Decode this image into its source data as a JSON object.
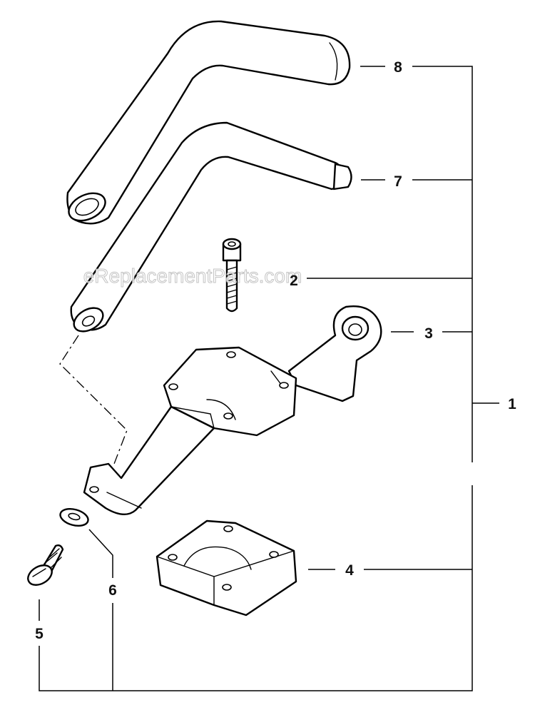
{
  "watermark": "eReplacementParts.com",
  "callouts": {
    "c1": "1",
    "c2": "2",
    "c3": "3",
    "c4": "4",
    "c5": "5",
    "c6": "6",
    "c7": "7",
    "c8": "8"
  }
}
